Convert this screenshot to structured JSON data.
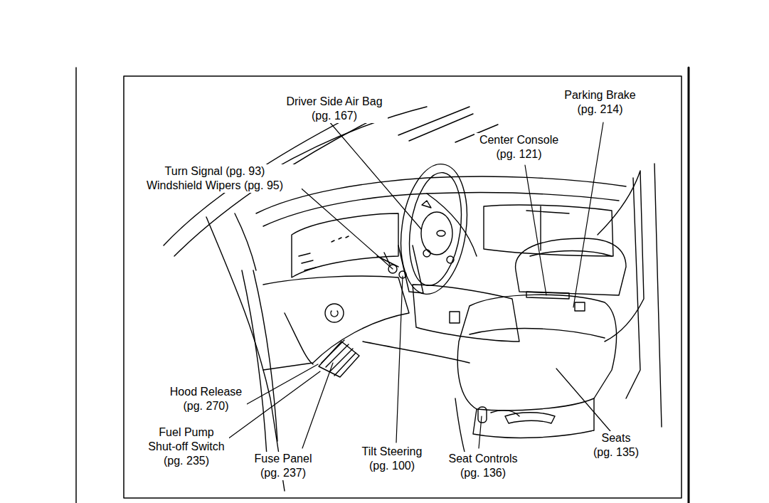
{
  "diagram": {
    "labels": [
      "Driver Side Air Bag (pg. 167)",
      "Parking Brake (pg. 214)",
      "Center Console (pg. 121)",
      "Turn Signal (pg. 93)",
      "Windshield Wipers (pg. 95)",
      "Hood Release (pg. 270)",
      "Fuel Pump Shut-off Switch (pg. 235)",
      "Fuse Panel (pg. 237)",
      "Tilt Steering (pg. 100)",
      "Seat Controls (pg. 136)",
      "Seats (pg. 135)"
    ]
  }
}
